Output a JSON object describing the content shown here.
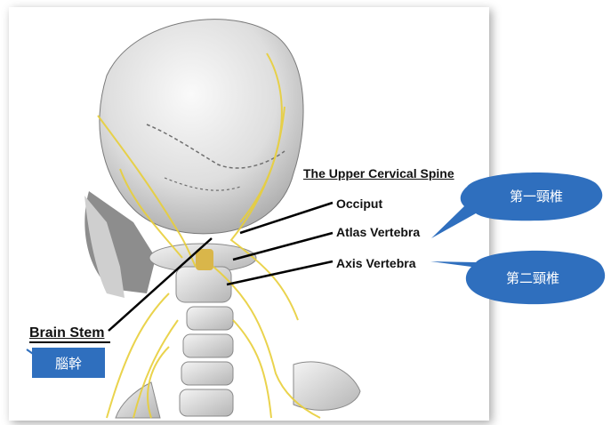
{
  "labels": {
    "heading": "The Upper Cervical Spine",
    "occiput": "Occiput",
    "atlas": "Atlas Vertebra",
    "axis": "Axis Vertebra",
    "brain_stem": "Brain Stem"
  },
  "callouts": {
    "atlas_cn": "第一頸椎",
    "axis_cn": "第二頸椎",
    "brain_stem_cn": "腦幹"
  },
  "colors": {
    "callout_fill": "#2f6fbe",
    "nerve": "#e8cf3a",
    "bone": "#e3e3e3"
  }
}
